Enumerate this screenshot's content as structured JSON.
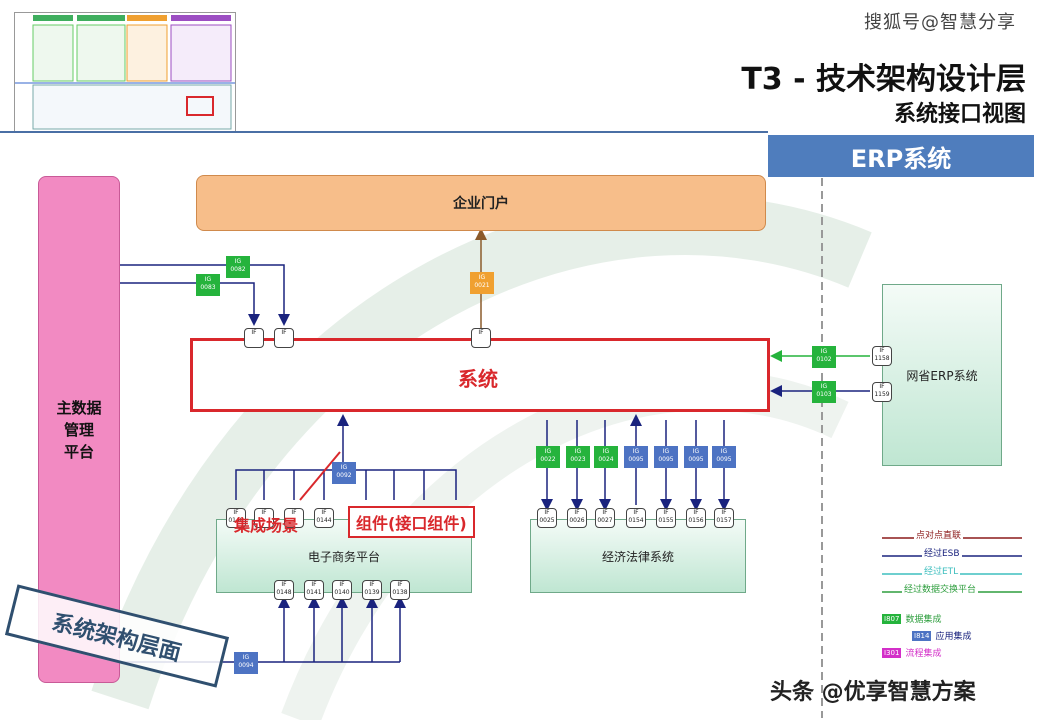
{
  "header": {
    "watermark": "搜狐号@智慧分享",
    "title": "T3 - 技术架构设计层",
    "subtitle": "系统接口视图"
  },
  "erp_bar": "ERP系统",
  "boxes": {
    "mdm": "主数据\n管理\n平台",
    "portal": "企业门户",
    "system_label": "系统",
    "ecommerce": "电子商务平台",
    "legal": "经济法律系统",
    "netprov": "网省ERP系统"
  },
  "callouts": {
    "integration_scene": "集成场景",
    "component": "组件(接口组件)"
  },
  "stamp": "系统架构层面",
  "interfaces_top": [
    "IF",
    "IF",
    "IF"
  ],
  "ig_labels": {
    "ig0082": "IG\n0082",
    "ig0083": "IG\n0083",
    "ig0021": "IG\n0021",
    "ig0102": "IG\n0102",
    "ig0103": "IG\n0103",
    "ig0092": "IG\n0092",
    "ig0094": "IG\n0094"
  },
  "if_right": [
    "IF\n1158",
    "IF\n1159"
  ],
  "legal_igs": [
    {
      "label": "IG\n0022",
      "color": "green"
    },
    {
      "label": "IG\n0023",
      "color": "green"
    },
    {
      "label": "IG\n0024",
      "color": "green"
    },
    {
      "label": "IG\n0095",
      "color": "blue"
    },
    {
      "label": "IG\n0095",
      "color": "blue"
    },
    {
      "label": "IG\n0095",
      "color": "blue"
    },
    {
      "label": "IG\n0095",
      "color": "blue"
    }
  ],
  "legal_ifs": [
    "IF\n0025",
    "IF\n0026",
    "IF\n0027",
    "IF\n0154",
    "IF\n0155",
    "IF\n0156",
    "IF\n0157"
  ],
  "ecom_top_ifs": [
    "IF\n0148",
    "IF",
    "IF",
    "IF\n0144"
  ],
  "ecom_bottom_ifs": [
    "IF\n0148",
    "IF\n0141",
    "IF\n0140",
    "IF\n0139",
    "IF\n0138"
  ],
  "legend": {
    "items": [
      "点对点直联",
      "经过ESB",
      "经过ETL",
      "经过数据交换平台"
    ],
    "colors": [
      "#8b1a1a",
      "#1a237e",
      "#3fbfbf",
      "#2e9e3e"
    ],
    "badges": [
      {
        "code": "I807",
        "text": "数据集成",
        "color": "#25b33c"
      },
      {
        "code": "I814",
        "text": "应用集成",
        "color": "#4d73c3"
      },
      {
        "code": "I301",
        "text": "流程集成",
        "color": "#d32fc8"
      }
    ]
  },
  "watermark_bottom": "头条 @优享智慧方案"
}
